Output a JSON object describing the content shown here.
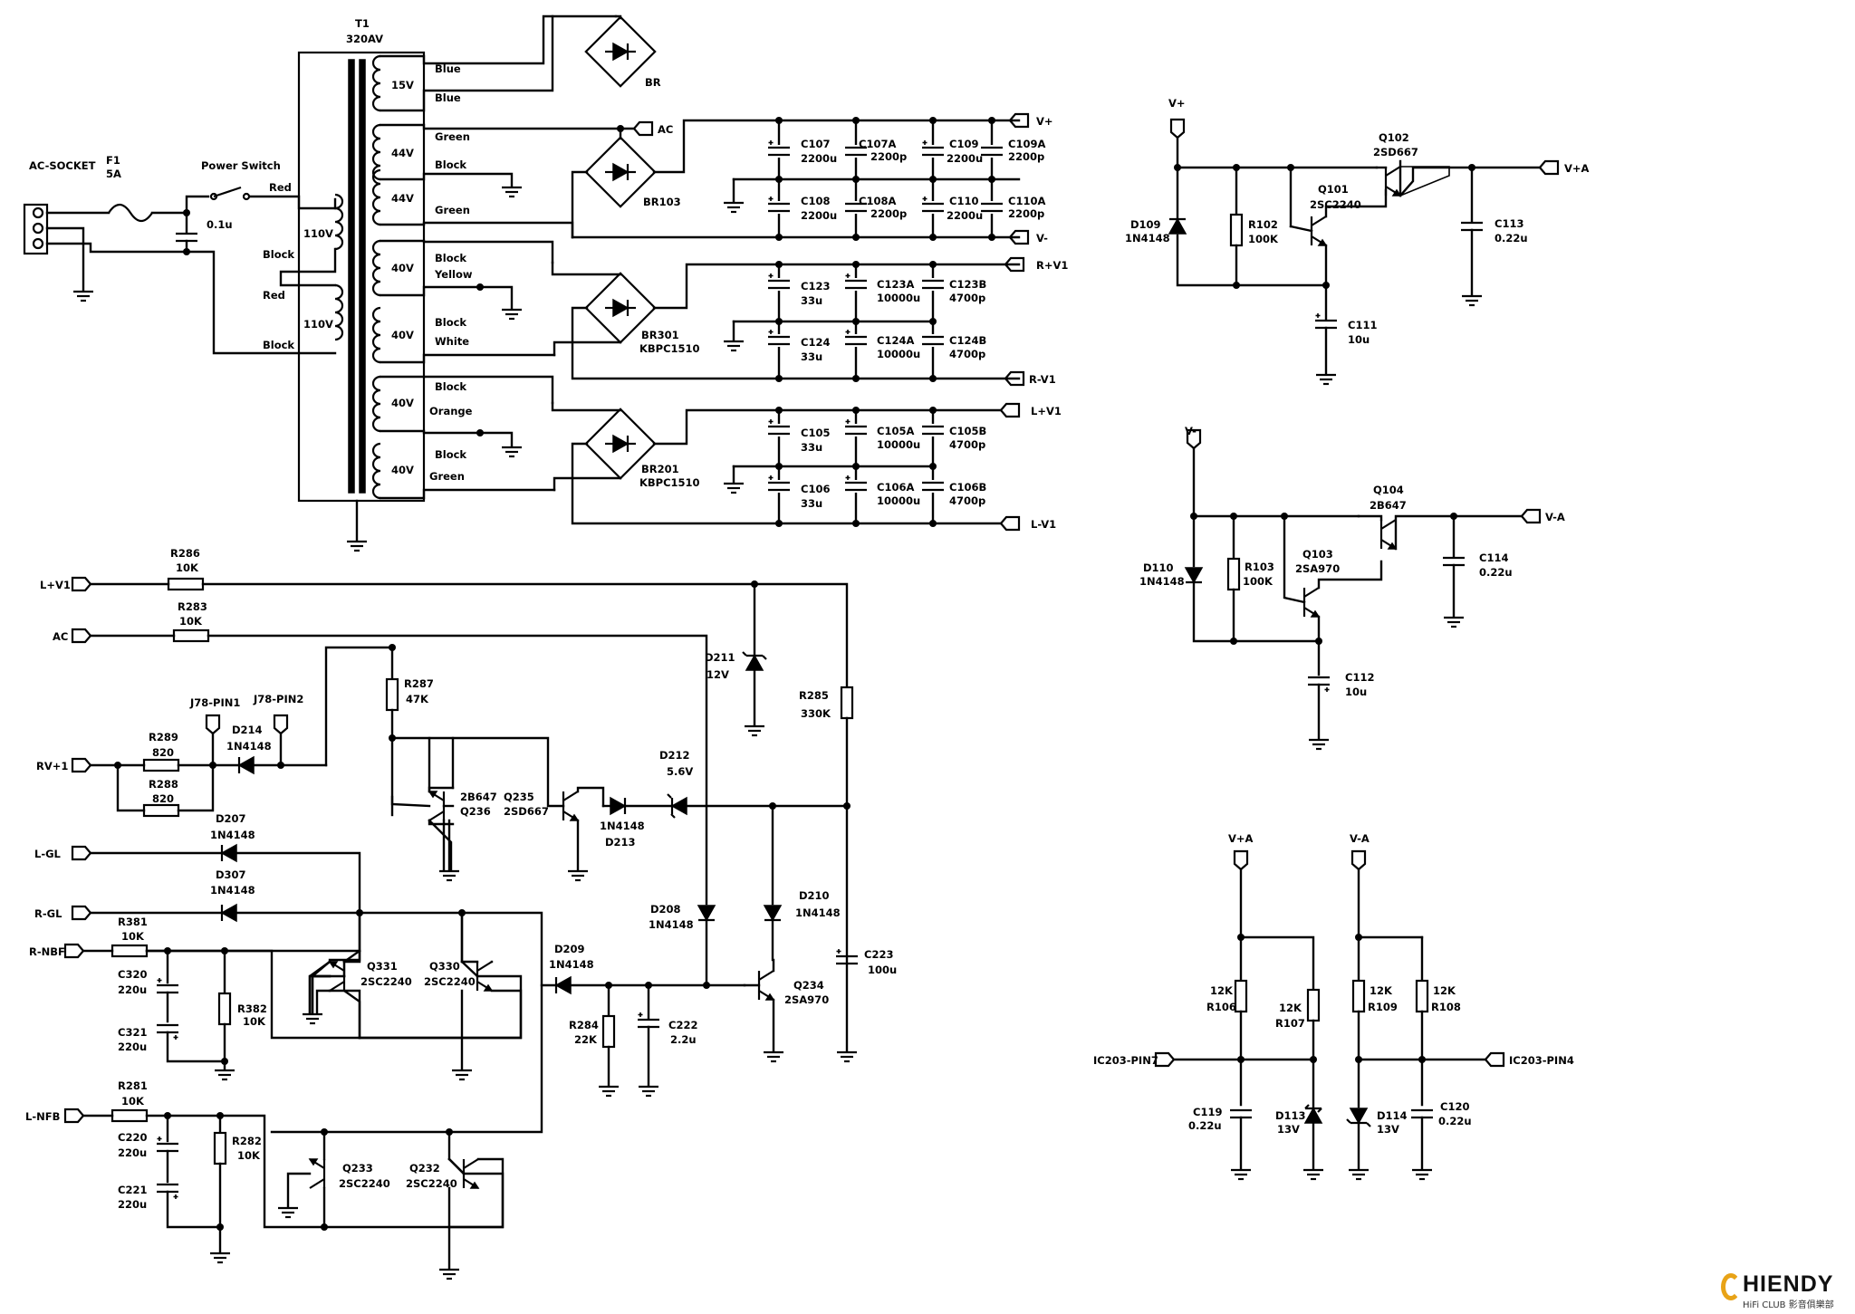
{
  "ac_socket": "AC-SOCKET",
  "fuse_ref": "F1",
  "fuse_val": "5A",
  "power_switch": "Power Switch",
  "cap_mains": "0.1u",
  "t1_ref": "T1",
  "t1_val": "320AV",
  "primary": {
    "red": "Red",
    "block1": "Block",
    "red2": "Red",
    "block2": "Block",
    "v1": "110V",
    "v2": "110V"
  },
  "secondary": {
    "v15": "15V",
    "blue1": "Blue",
    "blue2": "Blue",
    "v44a": "44V",
    "v44b": "44V",
    "green1": "Green",
    "block_ct": "Block",
    "green2": "Green",
    "v40a": "40V",
    "v40b": "40V",
    "block3": "Block",
    "yellow": "Yellow",
    "block4": "Block",
    "white": "White",
    "v40c": "40V",
    "v40d": "40V",
    "block5": "Block",
    "orange": "Orange",
    "block6": "Block",
    "green3": "Green"
  },
  "bridges": {
    "br": "BR",
    "br103": "BR103",
    "br301": "BR301",
    "br301_val": "KBPC1510",
    "br201": "BR201",
    "br201_val": "KBPC1510"
  },
  "rails": {
    "ac": "AC",
    "vplus": "V+",
    "vminus": "V-",
    "rv1p": "R+V1",
    "rv1m": "R-V1",
    "lv1p": "L+V1",
    "lv1m": "L-V1"
  },
  "caps_main": {
    "c107": "C107",
    "c107_v": "2200u",
    "c107a": "C107A",
    "c107a_v": "2200p",
    "c109": "C109",
    "c109_v": "2200u",
    "c109a": "C109A",
    "c109a_v": "2200p",
    "c108": "C108",
    "c108_v": "2200u",
    "c108a": "C108A",
    "c108a_v": "2200p",
    "c110": "C110",
    "c110_v": "2200u",
    "c110a": "C110A",
    "c110a_v": "2200p",
    "c123": "C123",
    "c123_v": "33u",
    "c123a": "C123A",
    "c123a_v": "10000u",
    "c123b": "C123B",
    "c123b_v": "4700p",
    "c124": "C124",
    "c124_v": "33u",
    "c124a": "C124A",
    "c124a_v": "10000u",
    "c124b": "C124B",
    "c124b_v": "4700p",
    "c105": "C105",
    "c105_v": "33u",
    "c105a": "C105A",
    "c105a_v": "10000u",
    "c105b": "C105B",
    "c105b_v": "4700p",
    "c106": "C106",
    "c106_v": "33u",
    "c106a": "C106A",
    "c106a_v": "10000u",
    "c106b": "C106B",
    "c106b_v": "4700p"
  },
  "reg_pos": {
    "vplus": "V+",
    "out": "V+A",
    "q102": "Q102",
    "q102_v": "2SD667",
    "q101": "Q101",
    "q101_v": "2SC2240",
    "d109": "D109",
    "d109_v": "1N4148",
    "r102": "R102",
    "r102_v": "100K",
    "c113": "C113",
    "c113_v": "0.22u",
    "c111": "C111",
    "c111_v": "10u"
  },
  "reg_neg": {
    "vminus": "V-",
    "out": "V-A",
    "q104": "Q104",
    "q104_v": "2B647",
    "q103": "Q103",
    "q103_v": "2SA970",
    "d110": "D110",
    "d110_v": "1N4148",
    "r103": "R103",
    "r103_v": "100K",
    "c114": "C114",
    "c114_v": "0.22u",
    "c112": "C112",
    "c112_v": "10u"
  },
  "zener_sec": {
    "vpa": "V+A",
    "vma": "V-A",
    "r106": "R106",
    "r106_v": "12K",
    "r107": "R107",
    "r107_v": "12K",
    "r109": "R109",
    "r109_v": "12K",
    "r108": "R108",
    "r108_v": "12K",
    "pin7": "IC203-PIN7",
    "pin4": "IC203-PIN4",
    "c119": "C119",
    "c119_v": "0.22u",
    "d113": "D113",
    "d113_v": "13V",
    "d114": "D114",
    "d114_v": "13V",
    "c120": "C120",
    "c120_v": "0.22u"
  },
  "protect": {
    "lv1": "L+V1",
    "r286": "R286",
    "r286_v": "10K",
    "ac": "AC",
    "r283": "R283",
    "r283_v": "10K",
    "r287": "R287",
    "r287_v": "47K",
    "d211": "D211",
    "d211_v": "12V",
    "r285": "R285",
    "r285_v": "330K",
    "j78p1": "J78-PIN1",
    "j78p2": "J78-PIN2",
    "d214": "D214",
    "d214_v": "1N4148",
    "rv1": "RV+1",
    "r289": "R289",
    "r289_v": "820",
    "r288": "R288",
    "r288_v": "820",
    "q236_v": "2B647",
    "q236": "Q236",
    "q235": "Q235",
    "q235_v": "2SD667",
    "d212": "D212",
    "d212_v": "5.6V",
    "d213_v": "1N4148",
    "d213": "D213",
    "lgl": "L-GL",
    "d207": "D207",
    "d207_v": "1N4148",
    "d307": "D307",
    "d307_v": "1N4148",
    "rgl": "R-GL",
    "r381": "R381",
    "r381_v": "10K",
    "rnbf": "R-NBF",
    "c320": "C320",
    "c320_v": "220u",
    "c321": "C321",
    "c321_v": "220u",
    "r382": "R382",
    "r382_v": "10K",
    "q331": "Q331",
    "q331_v": "2SC2240",
    "q330": "Q330",
    "q330_v": "2SC2240",
    "d208": "D208",
    "d208_v": "1N4148",
    "d210": "D210",
    "d210_v": "1N4148",
    "d209": "D209",
    "d209_v": "1N4148",
    "r284": "R284",
    "r284_v": "22K",
    "c222": "C222",
    "c222_v": "2.2u",
    "q234": "Q234",
    "q234_v": "2SA970",
    "c223": "C223",
    "c223_v": "100u",
    "r281": "R281",
    "r281_v": "10K",
    "lnfb": "L-NFB",
    "c220": "C220",
    "c220_v": "220u",
    "c221": "C221",
    "c221_v": "220u",
    "r282": "R282",
    "r282_v": "10K",
    "q233": "Q233",
    "q233_v": "2SC2240",
    "q232": "Q232",
    "q232_v": "2SC2240"
  },
  "logo": {
    "name": "HIENDY",
    "sub": "HiFi CLUB 影音俱樂部"
  }
}
